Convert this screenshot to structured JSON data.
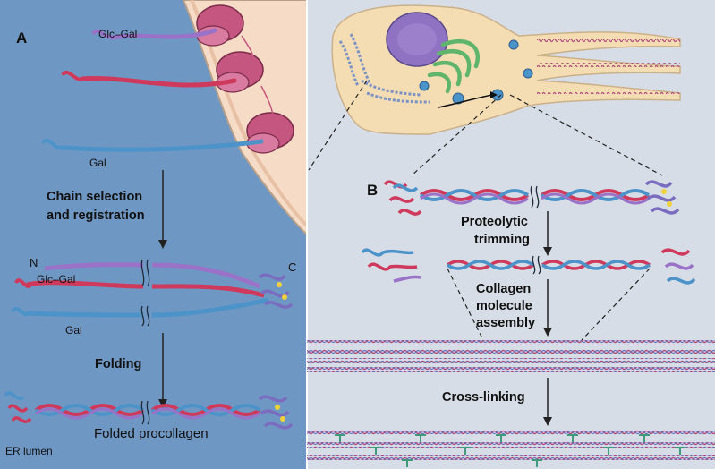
{
  "panel_a": {
    "panel_label": "A",
    "labels": {
      "glc_gal_top": "Glc–Gal",
      "gal_top": "Gal",
      "chain_selection_line1": "Chain selection",
      "chain_selection_line2": "and registration",
      "n_terminus": "N",
      "c_terminus": "C",
      "glc_gal_mid": "Glc–Gal",
      "gal_mid": "Gal",
      "folding": "Folding",
      "folded_procollagen": "Folded procollagen",
      "er_lumen": "ER lumen"
    }
  },
  "panel_b": {
    "panel_label": "B",
    "labels": {
      "proteolytic_line1": "Proteolytic",
      "proteolytic_line2": "trimming",
      "assembly_line1": "Collagen",
      "assembly_line2": "molecule",
      "assembly_line3": "assembly",
      "cross_linking": "Cross-linking"
    }
  },
  "colors": {
    "er_lumen": "#6f97c3",
    "panel_b_bg": "#d7dde7",
    "membrane": "#f6dcc6",
    "ribosome": "#c5567f",
    "chain_purple": "#9a72c8",
    "chain_red": "#cf3a5c",
    "chain_blue": "#4b93c9",
    "cell_body": "#f4dcb3",
    "nucleus": "#8f72c2",
    "golgi": "#5fb56c",
    "crosslink": "#3f9a7c"
  }
}
